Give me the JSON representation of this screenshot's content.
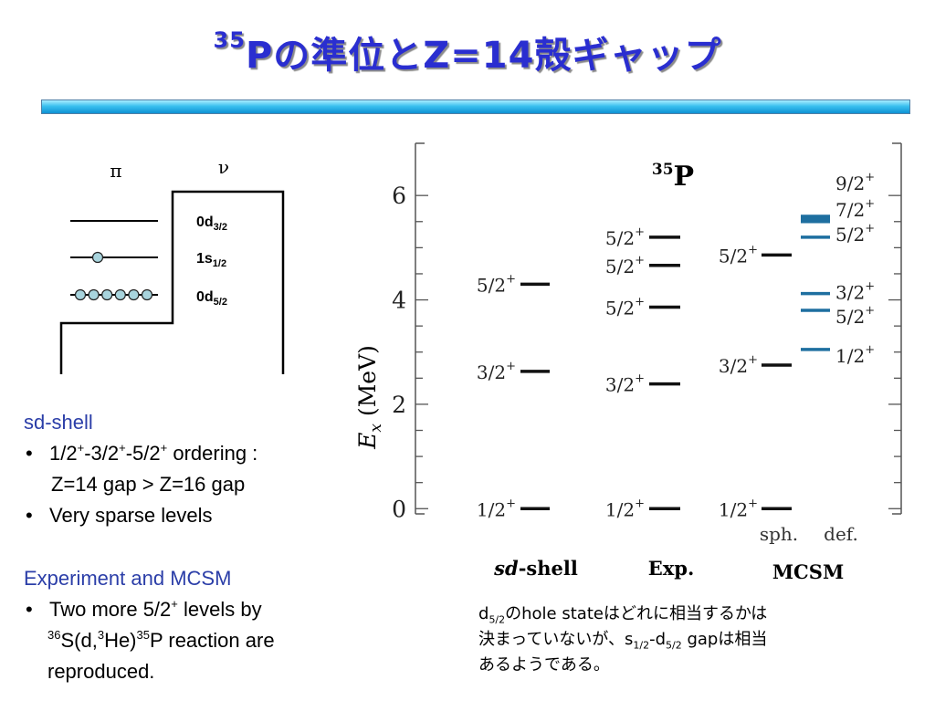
{
  "title": {
    "mass": "35",
    "text": "Pの準位とZ=14殻ギャップ"
  },
  "shell_diagram": {
    "pi_label": "π",
    "nu_label": "ν",
    "orbitals": [
      {
        "name": "0d",
        "sub": "3/2"
      },
      {
        "name": "1s",
        "sub": "1/2"
      },
      {
        "name": "0d",
        "sub": "5/2"
      }
    ],
    "occupancy": {
      "1s": 1,
      "0d5": 6
    }
  },
  "notes": {
    "sd_head": "sd-shell",
    "ordering": {
      "a": "1/2",
      "b": "-3/2",
      "c": "-5/2",
      "sup": "+",
      "tail": " ordering :"
    },
    "gap_line": "Z=14 gap > Z=16 gap",
    "sparse": "Very sparse levels",
    "exp_head": "Experiment and MCSM",
    "two_more": {
      "pre": "Two more 5/2",
      "sup": "+",
      "post": " levels by"
    },
    "reaction": {
      "m1": "36",
      "t1": "S(d,",
      "m2": "3",
      "t2": "He)",
      "m3": "35",
      "t3": "P reaction are"
    },
    "reproduced": "reproduced."
  },
  "jp_note": {
    "d": "d",
    "d_sub": "5/2",
    "p1": "のhole stateはどれに相当するかは",
    "p2": "決まっていないが、s",
    "s_sub": "1/2",
    "dash": "-d",
    "d2_sub": "5/2",
    "p3": " gapは相当",
    "p4": "あるようである。"
  },
  "colors": {
    "title": "#2a2ed0",
    "heading": "#2b3ea8",
    "deformed": "#1e6fa0",
    "levels": "#111111"
  },
  "chart_data": {
    "type": "level-scheme",
    "nucleus": {
      "mass": "35",
      "symbol": "P"
    },
    "ylabel": {
      "italic": "E",
      "sub": "x",
      "rest": "(MeV)"
    },
    "ylim": [
      -0.1,
      7.0
    ],
    "y_ticks": [
      0,
      2,
      4,
      6
    ],
    "columns": [
      {
        "label_italic": "sd",
        "label": "-shell",
        "levels": [
          {
            "spin": "1/2",
            "parity": "+",
            "energy": 0.0
          },
          {
            "spin": "3/2",
            "parity": "+",
            "energy": 2.63
          },
          {
            "spin": "5/2",
            "parity": "+",
            "energy": 4.3
          }
        ]
      },
      {
        "label_italic": "",
        "label": "Exp.",
        "levels": [
          {
            "spin": "1/2",
            "parity": "+",
            "energy": 0.0
          },
          {
            "spin": "3/2",
            "parity": "+",
            "energy": 2.39
          },
          {
            "spin": "5/2",
            "parity": "+",
            "energy": 3.86
          },
          {
            "spin": "5/2",
            "parity": "+",
            "energy": 4.66
          },
          {
            "spin": "5/2",
            "parity": "+",
            "energy": 5.2
          }
        ]
      },
      {
        "label_italic": "",
        "label": "MCSM",
        "sublabels": [
          "sph.",
          "def."
        ],
        "levels": [
          {
            "spin": "1/2",
            "parity": "+",
            "energy": 0.0,
            "group": "sph"
          },
          {
            "spin": "3/2",
            "parity": "+",
            "energy": 2.75,
            "group": "sph"
          },
          {
            "spin": "5/2",
            "parity": "+",
            "energy": 4.86,
            "group": "sph"
          },
          {
            "spin": "1/2",
            "parity": "+",
            "energy": 3.05,
            "group": "def"
          },
          {
            "spin": "5/2",
            "parity": "+",
            "energy": 3.8,
            "group": "def"
          },
          {
            "spin": "3/2",
            "parity": "+",
            "energy": 4.12,
            "group": "def"
          },
          {
            "spin": "5/2",
            "parity": "+",
            "energy": 5.2,
            "group": "def"
          },
          {
            "spin": "7/2",
            "parity": "+",
            "energy": 5.5,
            "group": "def"
          },
          {
            "spin": "9/2",
            "parity": "+",
            "energy": 5.58,
            "group": "def"
          }
        ]
      }
    ]
  }
}
